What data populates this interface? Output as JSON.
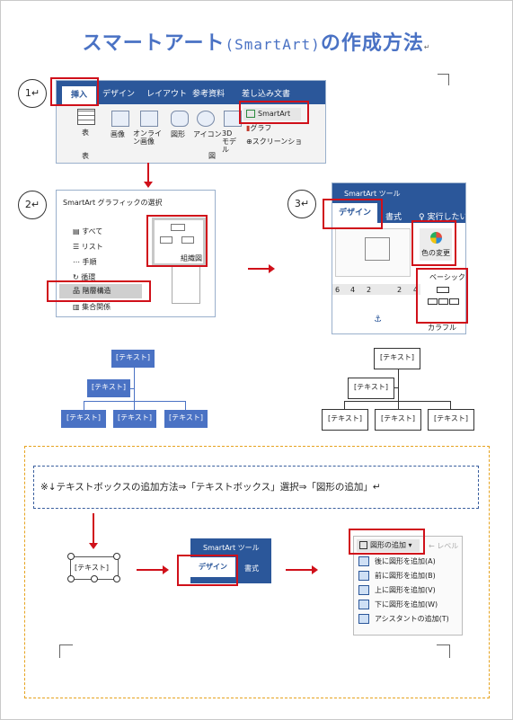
{
  "title": {
    "main_a": "スマートアート",
    "main_mono": "(SmartArt)",
    "main_b": "の作成方法",
    "para": "↵"
  },
  "steps": {
    "s1": "1↵",
    "s2": "2↵",
    "s3": "3↵"
  },
  "ribbon1": {
    "tabs": [
      "挿入",
      "デザイン",
      "レイアウト",
      "参考資料",
      "差し込み文書"
    ],
    "table_label": "表",
    "table_group": "表",
    "images": [
      "画像",
      "オンライン画像",
      "図形",
      "アイコン",
      "3D モデル"
    ],
    "smartart": "SmartArt",
    "graph": "グラフ",
    "screenshot": "スクリーンショ",
    "group_zu": "図"
  },
  "dialog": {
    "title": "SmartArt グラフィックの選択",
    "items": [
      "すべて",
      "リスト",
      "手順",
      "循環",
      "階層構造",
      "集合関係"
    ],
    "selected": "階層構造",
    "org_label": "組織図"
  },
  "ribbon3": {
    "tool_title": "SmartArt ツール",
    "tab_design": "デザイン",
    "tab_format": "書式",
    "tell_me": "実行したい",
    "color_change": "色の変更",
    "basic": "ベーシック",
    "colorful": "カラフル",
    "ruler": [
      "6",
      "4",
      "2",
      "2",
      "4"
    ]
  },
  "org_blue": {
    "nodes": [
      "[テキスト]",
      "[テキスト]",
      "[テキスト]",
      "[テキスト]",
      "[テキスト]"
    ]
  },
  "org_white": {
    "nodes": [
      "[テキスト]",
      "[テキスト]",
      "[テキスト]",
      "[テキスト]",
      "[テキスト]"
    ]
  },
  "note": {
    "text": "※↓テキストボックスの追加方法⇒「テキストボックス」選択⇒「図形の追加」↵"
  },
  "bottom": {
    "textbox": "[テキスト]",
    "tool_title": "SmartArt ツール",
    "tab_design": "デザイン",
    "tab_format": "書式",
    "add_shape": "図形の追加",
    "level": "← レベル",
    "menu": [
      "後に図形を追加(A)",
      "前に図形を追加(B)",
      "上に図形を追加(V)",
      "下に図形を追加(W)",
      "アシスタントの追加(T)"
    ]
  },
  "colors": {
    "accent": "#4a72c4",
    "highlight": "#d0101a",
    "ribbon": "#2b579a",
    "frame": "#e6a31f"
  }
}
